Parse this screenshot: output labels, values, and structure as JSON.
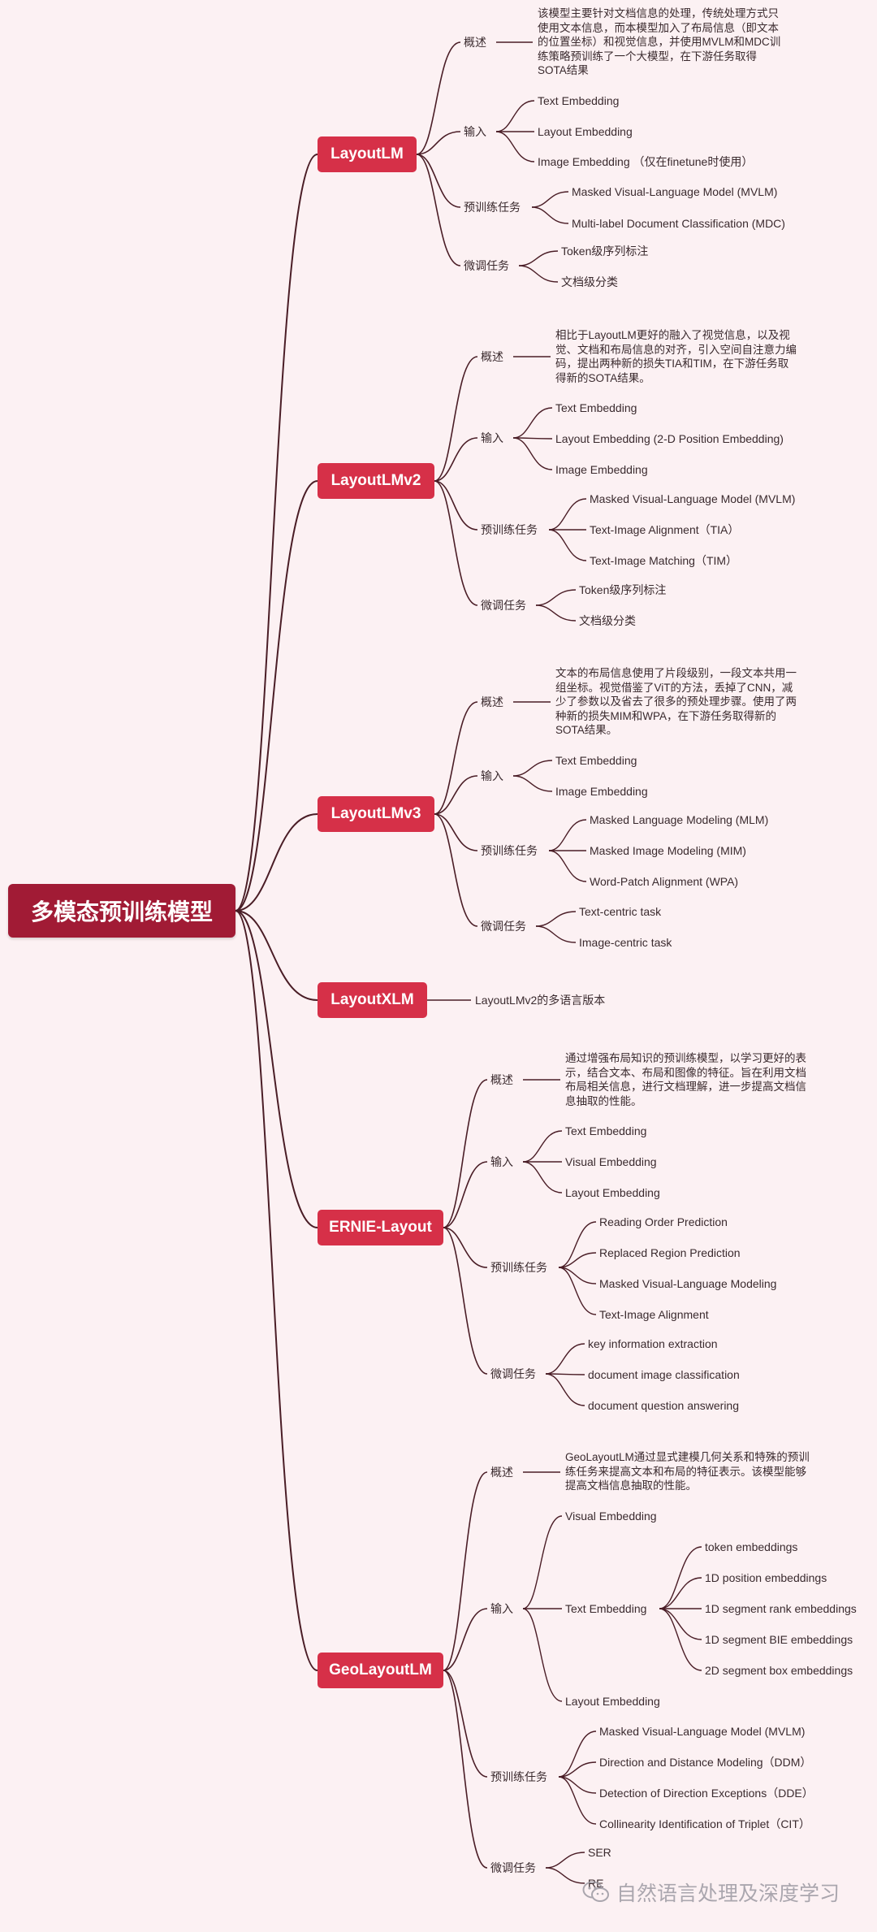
{
  "root": {
    "label": "多模态预训练模型"
  },
  "models": [
    {
      "name": "LayoutLM",
      "sections": [
        {
          "label": "概述",
          "text": "该模型主要针对文档信息的处理，传统处理方式只使用文本信息，而本模型加入了布局信息（即文本的位置坐标）和视觉信息，并使用MVLM和MDC训练策略预训练了一个大模型，在下游任务取得SOTA结果"
        },
        {
          "label": "输入",
          "items": [
            "Text Embedding",
            "Layout Embedding",
            "Image Embedding （仅在finetune时使用）"
          ]
        },
        {
          "label": "预训练任务",
          "items": [
            "Masked Visual-Language Model (MVLM)",
            "Multi-label Document Classification (MDC)"
          ]
        },
        {
          "label": "微调任务",
          "items": [
            "Token级序列标注",
            "文档级分类"
          ]
        }
      ]
    },
    {
      "name": "LayoutLMv2",
      "sections": [
        {
          "label": "概述",
          "text": "相比于LayoutLM更好的融入了视觉信息，以及视觉、文档和布局信息的对齐，引入空间自注意力编码，提出两种新的损失TIA和TIM，在下游任务取得新的SOTA结果。"
        },
        {
          "label": "输入",
          "items": [
            "Text Embedding",
            "Layout Embedding (2-D Position Embedding)",
            "Image Embedding"
          ]
        },
        {
          "label": "预训练任务",
          "items": [
            "Masked Visual-Language Model (MVLM)",
            "Text-Image Alignment（TIA）",
            "Text-Image Matching（TIM）"
          ]
        },
        {
          "label": "微调任务",
          "items": [
            "Token级序列标注",
            "文档级分类"
          ]
        }
      ]
    },
    {
      "name": "LayoutLMv3",
      "sections": [
        {
          "label": "概述",
          "text": "文本的布局信息使用了片段级别，一段文本共用一组坐标。视觉借鉴了ViT的方法，丢掉了CNN，减少了参数以及省去了很多的预处理步骤。使用了两种新的损失MIM和WPA，在下游任务取得新的SOTA结果。"
        },
        {
          "label": "输入",
          "items": [
            "Text Embedding",
            "Image Embedding"
          ]
        },
        {
          "label": "预训练任务",
          "items": [
            "Masked Language Modeling (MLM)",
            "Masked Image Modeling (MIM)",
            "Word-Patch Alignment (WPA)"
          ]
        },
        {
          "label": "微调任务",
          "items": [
            "Text-centric task",
            "Image-centric task"
          ]
        }
      ]
    },
    {
      "name": "LayoutXLM",
      "note": "LayoutLMv2的多语言版本"
    },
    {
      "name": "ERNIE-Layout",
      "sections": [
        {
          "label": "概述",
          "text": "通过增强布局知识的预训练模型，以学习更好的表示，结合文本、布局和图像的特征。旨在利用文档布局相关信息，进行文档理解，进一步提高文档信息抽取的性能。"
        },
        {
          "label": "输入",
          "items": [
            "Text Embedding",
            "Visual Embedding",
            "Layout Embedding"
          ]
        },
        {
          "label": "预训练任务",
          "items": [
            "Reading Order Prediction",
            "Replaced Region Prediction",
            "Masked Visual-Language Modeling",
            "Text-Image Alignment"
          ]
        },
        {
          "label": "微调任务",
          "items": [
            "key information extraction",
            "document image classification",
            "document question answering"
          ]
        }
      ]
    },
    {
      "name": "GeoLayoutLM",
      "sections": [
        {
          "label": "概述",
          "text": "GeoLayoutLM通过显式建模几何关系和特殊的预训练任务来提高文本和布局的特征表示。该模型能够提高文档信息抽取的性能。"
        },
        {
          "label": "输入",
          "items": [
            "Visual Embedding",
            "Text Embedding",
            "Layout Embedding"
          ],
          "text_embedding_children": [
            "token embeddings",
            "1D position  embeddings",
            "1D segment rank embeddings",
            "1D segment BIE embeddings",
            "2D segment box embeddings"
          ]
        },
        {
          "label": "预训练任务",
          "items": [
            "Masked Visual-Language Model (MVLM)",
            "Direction and Distance Modeling（DDM）",
            "Detection of Direction Exceptions（DDE）",
            "Collinearity Identification of Triplet（CIT）"
          ]
        },
        {
          "label": "微调任务",
          "items": [
            "SER",
            "RE"
          ]
        }
      ]
    }
  ],
  "watermark": {
    "text": "自然语言处理及深度学习",
    "icon": "wechat-icon"
  },
  "colors": {
    "root": "#a11b35",
    "model": "#d63048",
    "line": "#4a1d26",
    "background": "#fcf1f3"
  }
}
